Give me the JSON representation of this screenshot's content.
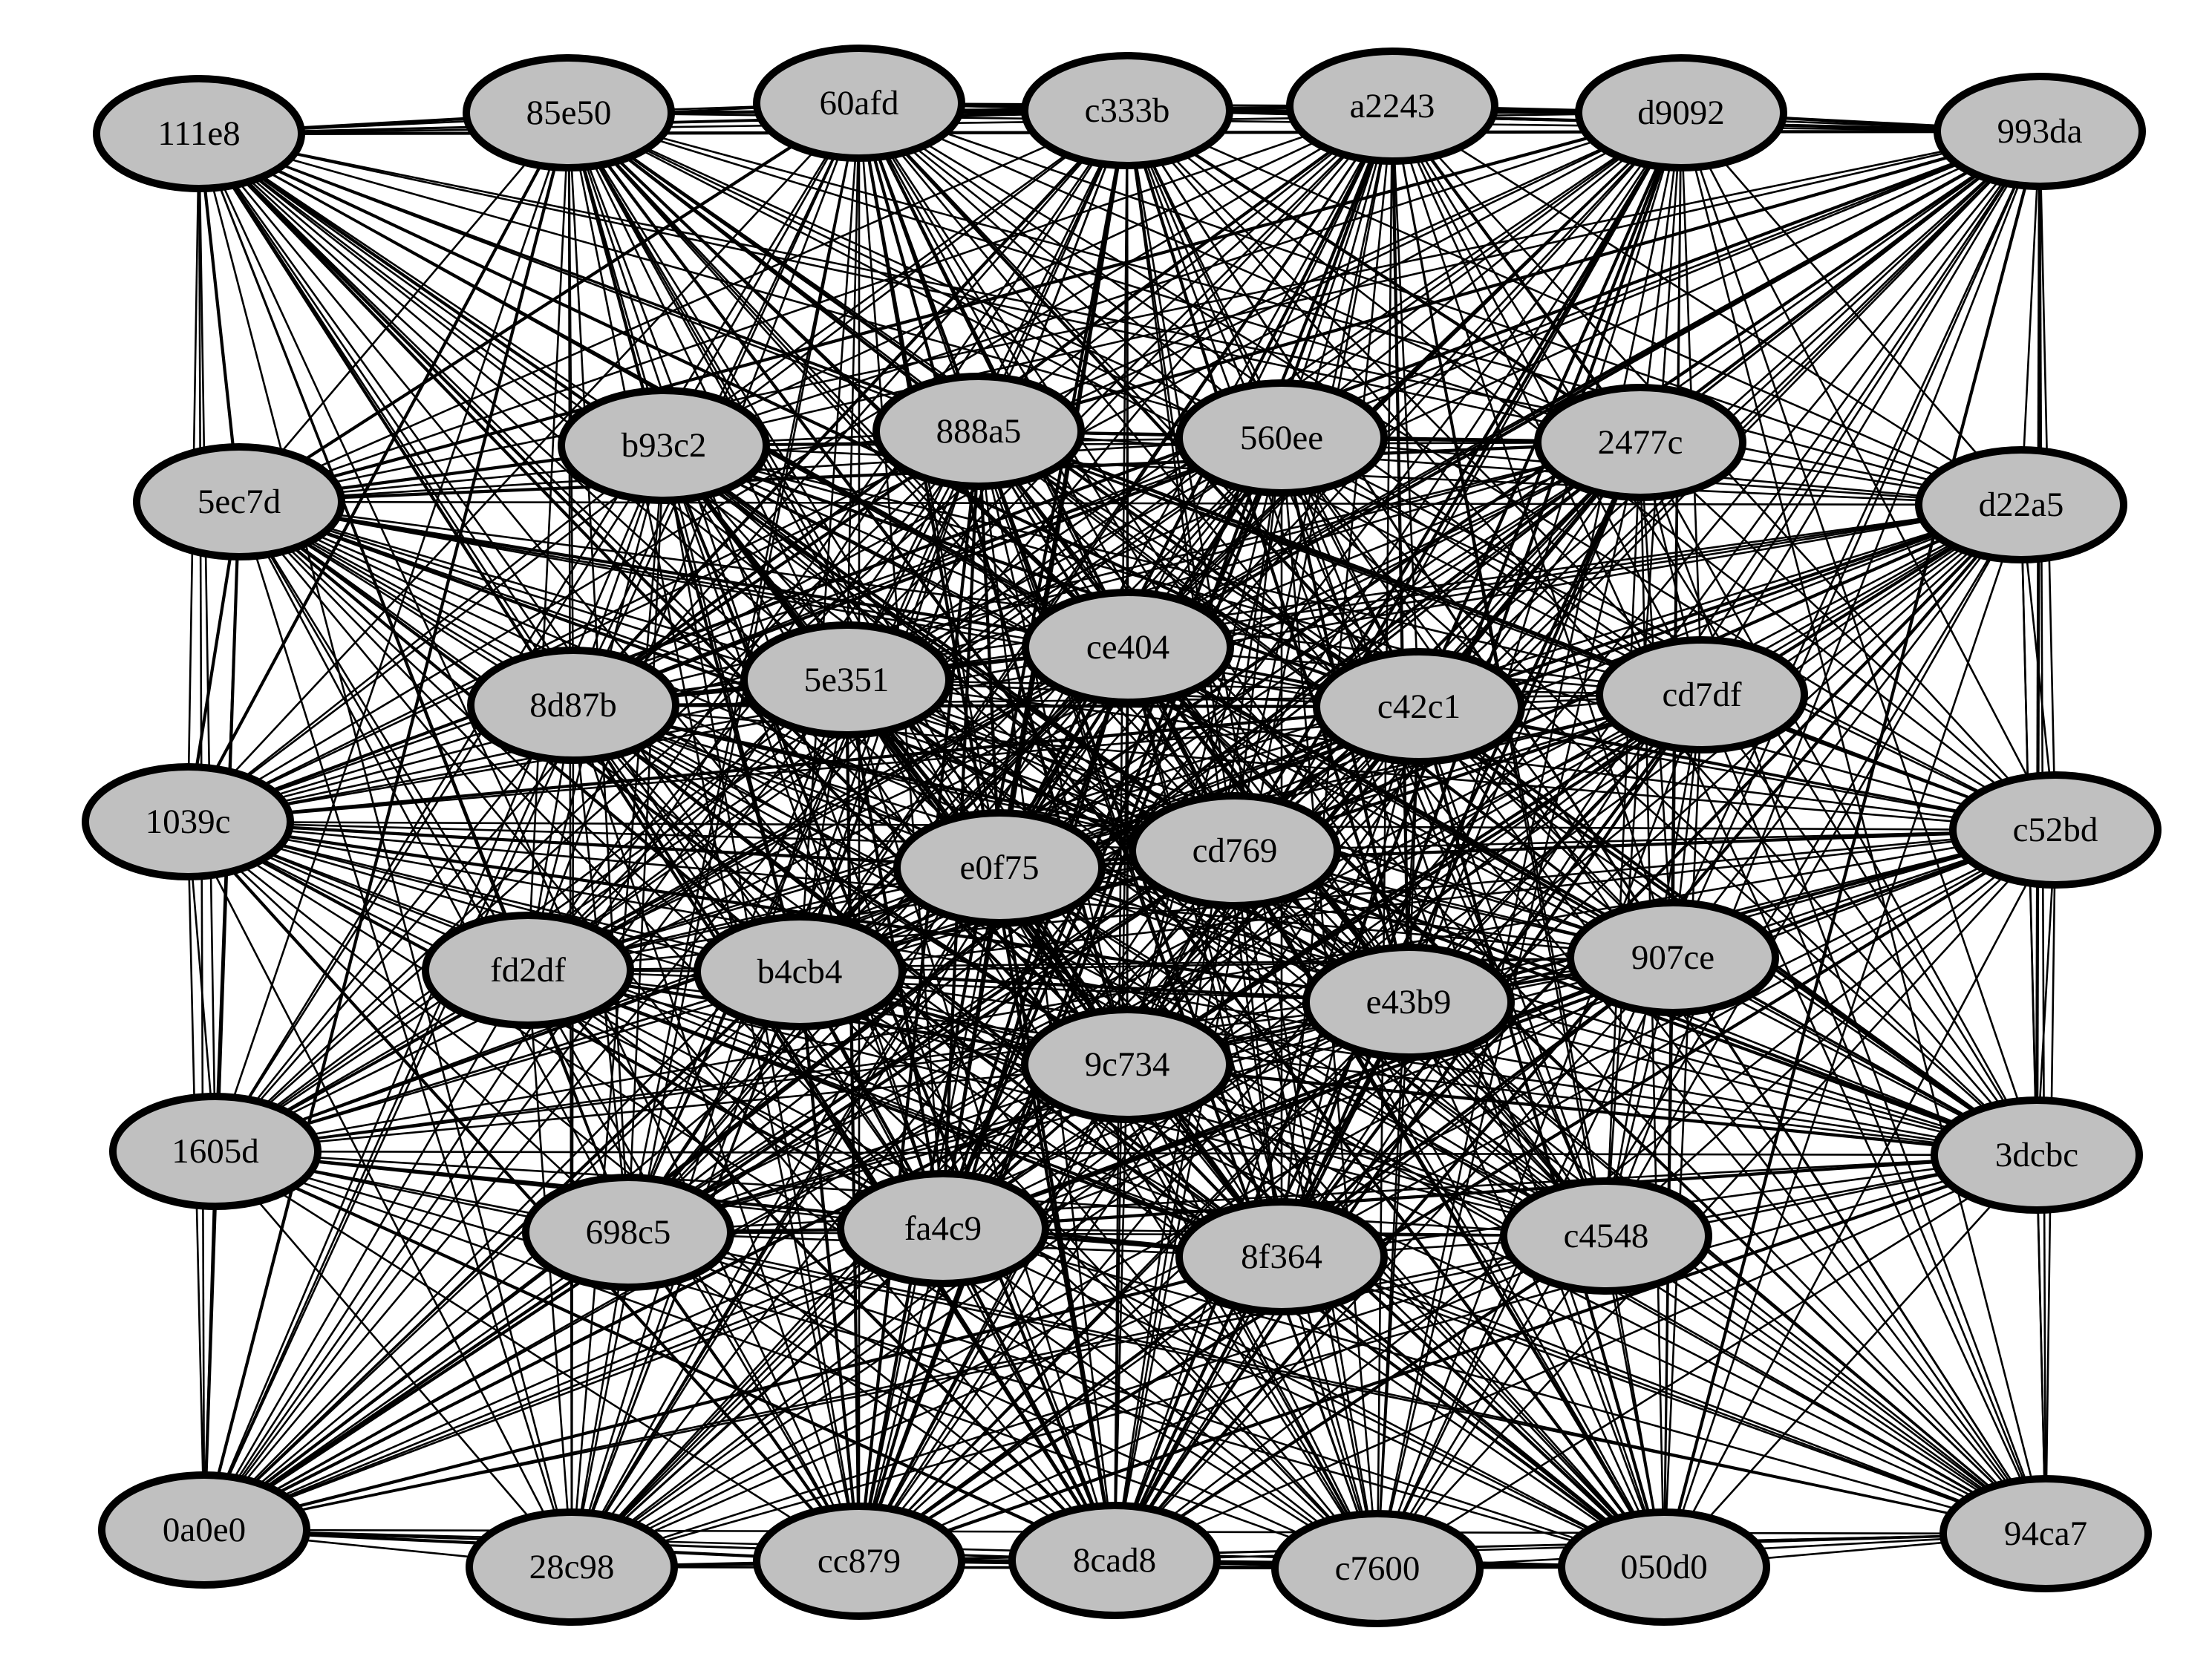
{
  "diagram": {
    "nodes": [
      {
        "id": "111e8",
        "label": "111e8"
      },
      {
        "id": "85e50",
        "label": "85e50"
      },
      {
        "id": "60afd",
        "label": "60afd"
      },
      {
        "id": "c333b",
        "label": "c333b"
      },
      {
        "id": "a2243",
        "label": "a2243"
      },
      {
        "id": "d9092",
        "label": "d9092"
      },
      {
        "id": "993da",
        "label": "993da"
      },
      {
        "id": "b93c2",
        "label": "b93c2"
      },
      {
        "id": "888a5",
        "label": "888a5"
      },
      {
        "id": "560ee",
        "label": "560ee"
      },
      {
        "id": "2477c",
        "label": "2477c"
      },
      {
        "id": "5ec7d",
        "label": "5ec7d"
      },
      {
        "id": "d22a5",
        "label": "d22a5"
      },
      {
        "id": "ce404",
        "label": "ce404"
      },
      {
        "id": "5e351",
        "label": "5e351"
      },
      {
        "id": "8d87b",
        "label": "8d87b"
      },
      {
        "id": "c42c1",
        "label": "c42c1"
      },
      {
        "id": "cd7df",
        "label": "cd7df"
      },
      {
        "id": "1039c",
        "label": "1039c"
      },
      {
        "id": "c52bd",
        "label": "c52bd"
      },
      {
        "id": "e0f75",
        "label": "e0f75"
      },
      {
        "id": "cd769",
        "label": "cd769"
      },
      {
        "id": "fd2df",
        "label": "fd2df"
      },
      {
        "id": "b4cb4",
        "label": "b4cb4"
      },
      {
        "id": "907ce",
        "label": "907ce"
      },
      {
        "id": "e43b9",
        "label": "e43b9"
      },
      {
        "id": "9c734",
        "label": "9c734"
      },
      {
        "id": "1605d",
        "label": "1605d"
      },
      {
        "id": "3dcbc",
        "label": "3dcbc"
      },
      {
        "id": "698c5",
        "label": "698c5"
      },
      {
        "id": "fa4c9",
        "label": "fa4c9"
      },
      {
        "id": "8f364",
        "label": "8f364"
      },
      {
        "id": "c4548",
        "label": "c4548"
      },
      {
        "id": "0a0e0",
        "label": "0a0e0"
      },
      {
        "id": "28c98",
        "label": "28c98"
      },
      {
        "id": "cc879",
        "label": "cc879"
      },
      {
        "id": "8cad8",
        "label": "8cad8"
      },
      {
        "id": "c7600",
        "label": "c7600"
      },
      {
        "id": "050d0",
        "label": "050d0"
      },
      {
        "id": "94ca7",
        "label": "94ca7"
      }
    ],
    "edges": "complete",
    "colors": {
      "node_fill": "#c0c0c0",
      "node_stroke": "#000000",
      "edge": "#000000",
      "background": "#ffffff"
    }
  }
}
